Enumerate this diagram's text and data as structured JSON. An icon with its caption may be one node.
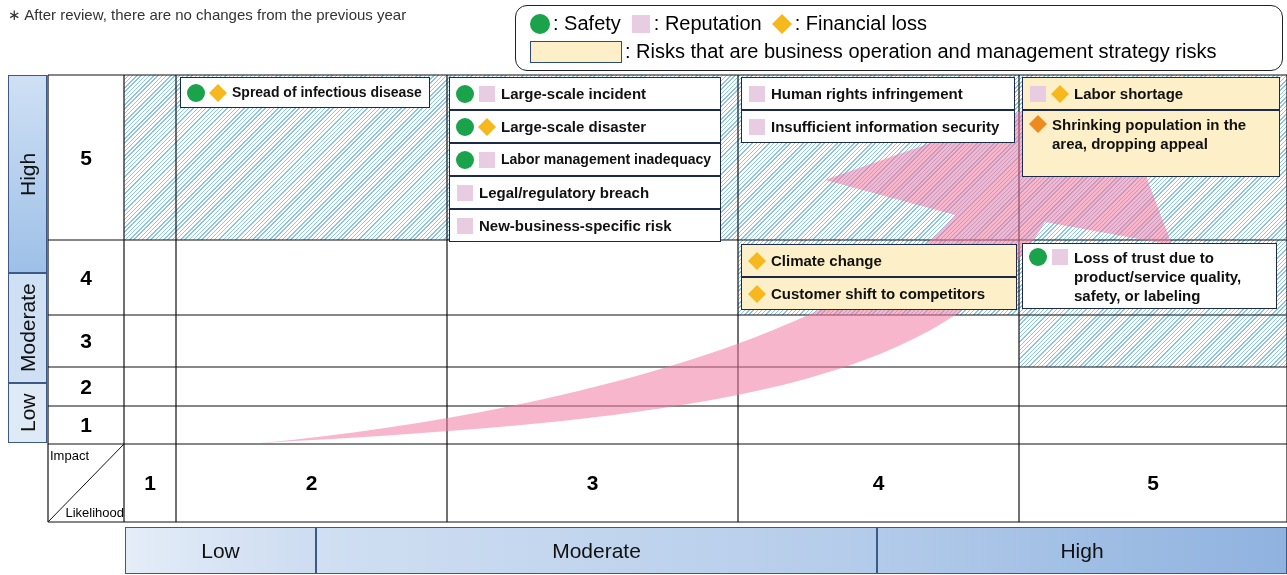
{
  "diagram": {
    "nodes": [
      {
        "text": [
          "Spread of infectious disease"
        ]
      },
      {
        "text": [
          "Large-scale incident"
        ]
      },
      {
        "text": [
          "Large-scale disaster"
        ]
      },
      {
        "text": [
          "Labor management inadequacy"
        ]
      },
      {
        "text": [
          "Legal/regulatory breach"
        ]
      },
      {
        "text": [
          "New-business-specific risk"
        ]
      },
      {
        "text": [
          "Human rights infringement"
        ]
      },
      {
        "text": [
          "Insufficient information security"
        ]
      },
      {
        "text": [
          "Labor shortage"
        ]
      },
      {
        "text": [
          "Shrinking population in the area, dropping appeal"
        ]
      },
      {
        "text": [
          "Climate change"
        ]
      },
      {
        "text": [
          "Customer shift to competitors"
        ]
      },
      {
        "text": [
          "Loss of trust due to product/service quality, safety, or labeling"
        ]
      }
    ],
    "labels": [
      "∗ After review, there are no changes from the previous year",
      "High",
      "5",
      "Moderate",
      "4",
      "3",
      "2",
      "Low",
      "1",
      "Impact",
      "Likelihood",
      "1",
      "2",
      "3",
      "4",
      "5",
      "Low",
      "Moderate",
      "High"
    ],
    "legend": [
      {
        "text": ": Safety"
      },
      {
        "text": ": Reputation"
      },
      {
        "text": ": Financial loss"
      },
      {
        "text": ": Risks that are business operation and management strategy risks",
        "color": "#fdf0c8"
      }
    ]
  }
}
